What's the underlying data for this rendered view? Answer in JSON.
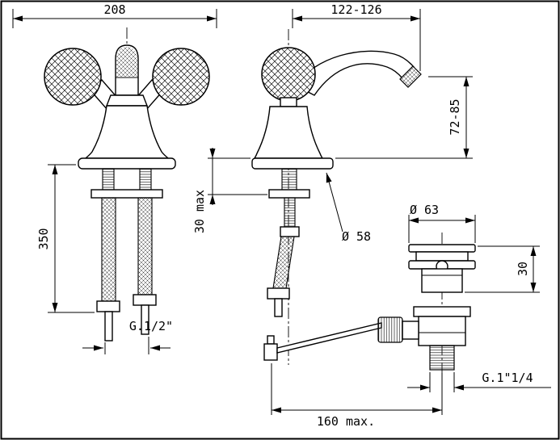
{
  "drawing": {
    "labels": {
      "overall_width": "208",
      "spout_reach": "122-126",
      "spout_height": "72-85",
      "supply_length": "350",
      "max_deck": "30 max",
      "base_dia": "Ø 58",
      "supply_thread": "G.1/2\"",
      "waste_dia": "Ø 63",
      "waste_height": "30",
      "waste_thread": "G.1\"1/4",
      "rod_length": "160 max."
    }
  }
}
